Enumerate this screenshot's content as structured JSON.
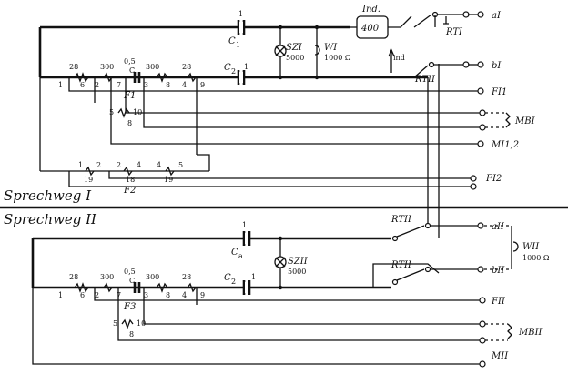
{
  "top": {
    "cap_c1": {
      "value": "1",
      "name": "C",
      "sub": "1"
    },
    "cap_c2": {
      "value": "1",
      "name": "C",
      "sub": "2"
    },
    "ind_label": "Ind.",
    "ind_value": "400",
    "ind_contact": "ind",
    "rt1": "RTI",
    "rt2": "RTII",
    "sz": {
      "name": "SZI",
      "value": "5000"
    },
    "w": {
      "name": "WI",
      "value": "1000 Ω"
    },
    "coil_f1": {
      "n1": "28",
      "n2": "300",
      "n3": "0,5",
      "n4": "300",
      "n5": "28",
      "t1": "1",
      "t2": "6",
      "t3": "2",
      "t4": "7",
      "t5": "C",
      "t6": "3",
      "t7": "8",
      "t8": "4",
      "t9": "9",
      "name": "F1"
    },
    "coil_m": {
      "t1": "5",
      "t2": "10",
      "t3": "8"
    },
    "coil_f2": {
      "t1": "1",
      "t2": "2",
      "t3": "2",
      "t4": "4",
      "t5": "4",
      "t6": "5",
      "n1": "19",
      "n2": "18",
      "n3": "19",
      "name": "F2"
    },
    "terminals": [
      "aI",
      "bI",
      "FI1",
      "MBI",
      "MI1,2",
      "FI2"
    ]
  },
  "section_labels": {
    "top": "Sprechweg I",
    "bottom": "Sprechweg II"
  },
  "bottom": {
    "rt2a": "RTII",
    "rt2b": "RTII",
    "cap_ca": {
      "value": "1",
      "name": "C",
      "sub": "a"
    },
    "cap_c2": {
      "value": "1",
      "name": "C",
      "sub": "2"
    },
    "sz": {
      "name": "SZII",
      "value": "5000"
    },
    "w": {
      "name": "WII",
      "value": "1000 Ω"
    },
    "coil_f3": {
      "n1": "28",
      "n2": "300",
      "n3": "0,5",
      "n4": "300",
      "n5": "28",
      "t1": "1",
      "t2": "6",
      "t3": "2",
      "t4": "7",
      "t5": "C",
      "t6": "3",
      "t7": "8",
      "t8": "4",
      "t9": "9",
      "name": "F3"
    },
    "coil_m": {
      "t1": "5",
      "t2": "10",
      "t3": "8"
    },
    "terminals": [
      "aII",
      "bII",
      "FII",
      "MBII",
      "MII"
    ]
  }
}
